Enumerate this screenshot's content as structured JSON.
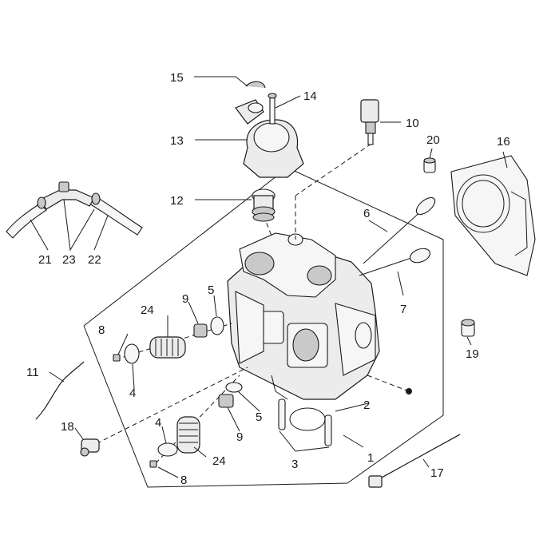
{
  "diagram": {
    "type": "exploded-parts-diagram",
    "subject": "cylinder head assembly",
    "callouts": [
      {
        "id": "c1",
        "label": "1"
      },
      {
        "id": "c2",
        "label": "2"
      },
      {
        "id": "c3",
        "label": "3"
      },
      {
        "id": "c4a",
        "label": "4"
      },
      {
        "id": "c4b",
        "label": "4"
      },
      {
        "id": "c5a",
        "label": "5"
      },
      {
        "id": "c5b",
        "label": "5"
      },
      {
        "id": "c6",
        "label": "6"
      },
      {
        "id": "c7",
        "label": "7"
      },
      {
        "id": "c8a",
        "label": "8"
      },
      {
        "id": "c8b",
        "label": "8"
      },
      {
        "id": "c9a",
        "label": "9"
      },
      {
        "id": "c9b",
        "label": "9"
      },
      {
        "id": "c10",
        "label": "10"
      },
      {
        "id": "c11",
        "label": "11"
      },
      {
        "id": "c12",
        "label": "12"
      },
      {
        "id": "c13",
        "label": "13"
      },
      {
        "id": "c14",
        "label": "14"
      },
      {
        "id": "c15",
        "label": "15"
      },
      {
        "id": "c16",
        "label": "16"
      },
      {
        "id": "c17",
        "label": "17"
      },
      {
        "id": "c18",
        "label": "18"
      },
      {
        "id": "c19",
        "label": "19"
      },
      {
        "id": "c20",
        "label": "20"
      },
      {
        "id": "c21",
        "label": "21"
      },
      {
        "id": "c22",
        "label": "22"
      },
      {
        "id": "c23",
        "label": "23"
      },
      {
        "id": "c24a",
        "label": "24"
      },
      {
        "id": "c24b",
        "label": "24"
      }
    ]
  }
}
